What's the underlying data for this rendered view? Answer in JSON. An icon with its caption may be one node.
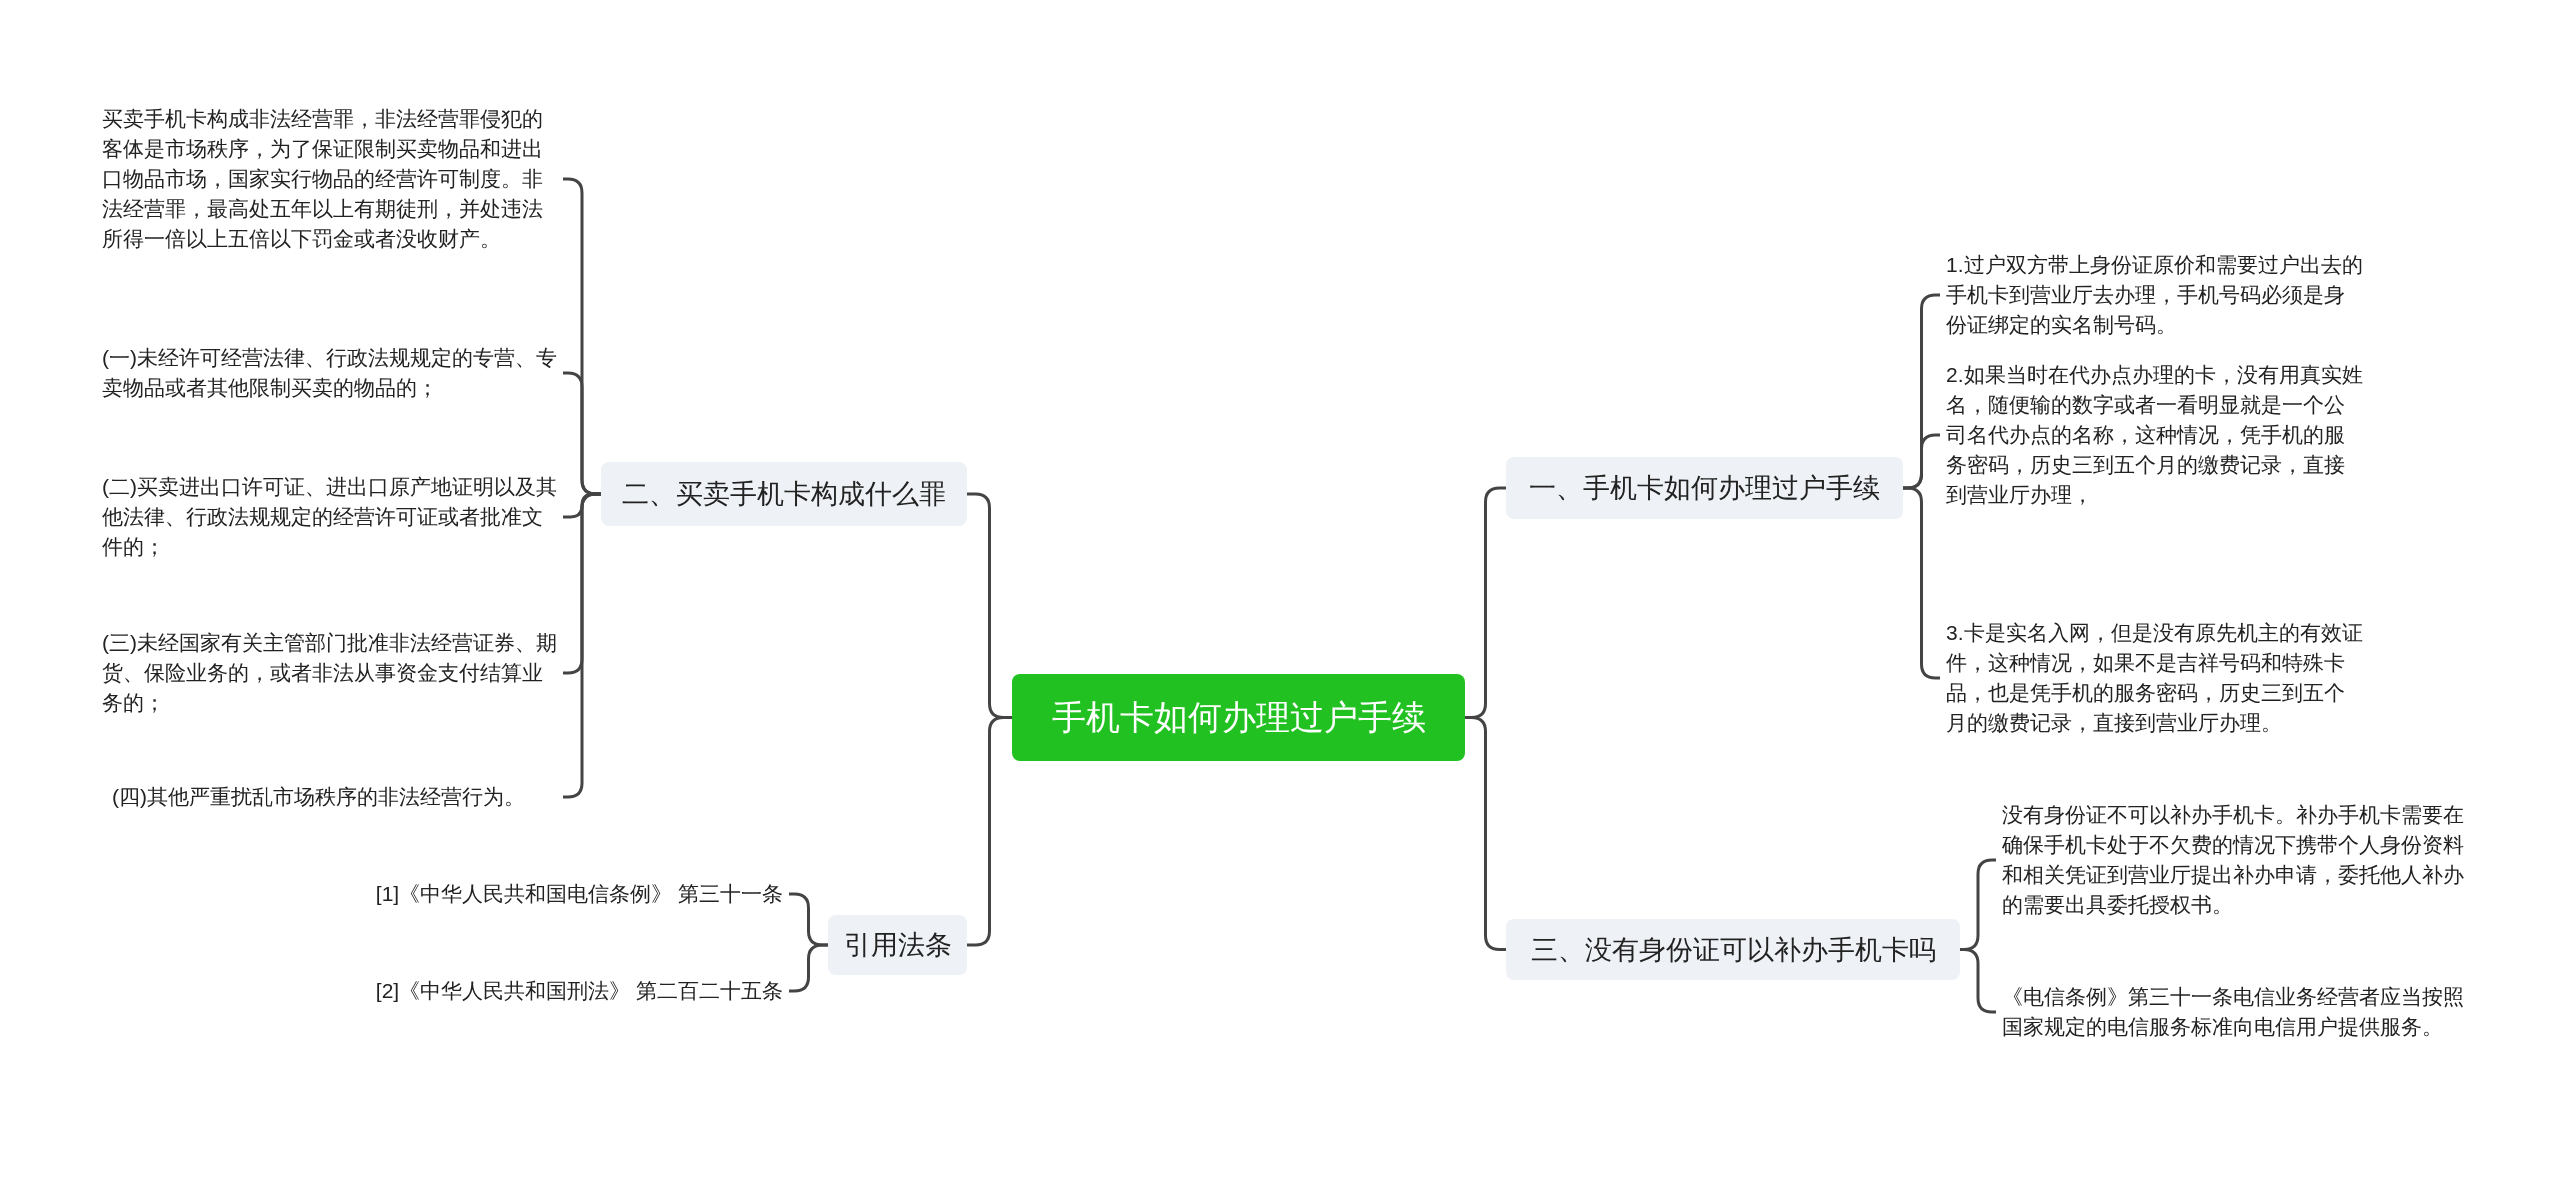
{
  "diagram": {
    "nodes": [
      {
        "text": [
          "手机卡如何办理过户手续"
        ]
      },
      {
        "text": [
          "一、手机卡如何办理过户手续"
        ]
      },
      {
        "text": [
          "1.过户双方带上身份证原价和需要过户出去的手机卡到营业厅去办理，手机号码必须是身份证绑定的实名制号码。"
        ]
      },
      {
        "text": [
          "2.如果当时在代办点办理的卡，没有用真实姓名，随便输的数字或者一看明显就是一个公司名代办点的名称，这种情况，凭手机的服务密码，历史三到五个月的缴费记录，直接到营业厅办理，"
        ]
      },
      {
        "text": [
          "3.卡是实名入网，但是没有原先机主的有效证件，这种情况，如果不是吉祥号码和特殊卡品，也是凭手机的服务密码，历史三到五个月的缴费记录，直接到营业厅办理。"
        ]
      },
      {
        "text": [
          "三、没有身份证可以补办手机卡吗"
        ]
      },
      {
        "text": [
          "没有身份证不可以补办手机卡。补办手机卡需要在确保手机卡处于不欠费的情况下携带个人身份资料和相关凭证到营业厅提出补办申请，委托他人补办的需要出具委托授权书。"
        ]
      },
      {
        "text": [
          "《电信条例》第三十一条电信业务经营者应当按照国家规定的电信服务标准向电信用户提供服务。"
        ]
      },
      {
        "text": [
          "二、买卖手机卡构成什么罪"
        ]
      },
      {
        "text": [
          "买卖手机卡构成非法经营罪，非法经营罪侵犯的客体是市场秩序，为了保证限制买卖物品和进出口物品市场，国家实行物品的经营许可制度。非法经营罪，最高处五年以上有期徒刑，并处违法所得一倍以上五倍以下罚金或者没收财产。"
        ]
      },
      {
        "text": [
          "(一)未经许可经营法律、行政法规规定的专营、专卖物品或者其他限制买卖的物品的；"
        ]
      },
      {
        "text": [
          "(二)买卖进出口许可证、进出口原产地证明以及其他法律、行政法规规定的经营许可证或者批准文件的；"
        ]
      },
      {
        "text": [
          "(三)未经国家有关主管部门批准非法经营证券、期货、保险业务的，或者非法从事资金支付结算业务的；"
        ]
      },
      {
        "text": [
          "(四)其他严重扰乱市场秩序的非法经营行为。"
        ]
      },
      {
        "text": [
          "引用法条"
        ]
      },
      {
        "text": [
          "[1]《中华人民共和国电信条例》 第三十一条"
        ]
      },
      {
        "text": [
          "[2]《中华人民共和国刑法》 第二百二十五条"
        ]
      }
    ],
    "edges": [
      {
        "from": 0,
        "to": 1,
        "arrow": "none"
      },
      {
        "from": 1,
        "to": 2,
        "arrow": "none"
      },
      {
        "from": 1,
        "to": 3,
        "arrow": "none"
      },
      {
        "from": 1,
        "to": 4,
        "arrow": "none"
      },
      {
        "from": 0,
        "to": 5,
        "arrow": "none"
      },
      {
        "from": 5,
        "to": 6,
        "arrow": "none"
      },
      {
        "from": 5,
        "to": 7,
        "arrow": "none"
      },
      {
        "from": 0,
        "to": 8,
        "arrow": "none"
      },
      {
        "from": 8,
        "to": 9,
        "arrow": "none"
      },
      {
        "from": 8,
        "to": 10,
        "arrow": "none"
      },
      {
        "from": 8,
        "to": 11,
        "arrow": "none"
      },
      {
        "from": 8,
        "to": 12,
        "arrow": "none"
      },
      {
        "from": 8,
        "to": 13,
        "arrow": "none"
      },
      {
        "from": 0,
        "to": 14,
        "arrow": "none"
      },
      {
        "from": 14,
        "to": 15,
        "arrow": "none"
      },
      {
        "from": 14,
        "to": 16,
        "arrow": "none"
      }
    ]
  }
}
